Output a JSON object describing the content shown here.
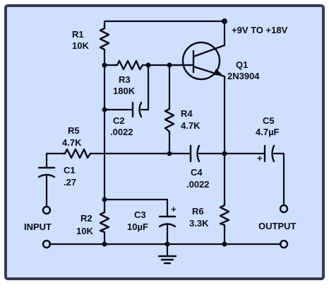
{
  "background": "#cfe0ff",
  "border_color": "#3a3a55",
  "ink": "#0a0a1a",
  "components": {
    "r1": {
      "ref": "R1",
      "value": "10K"
    },
    "r2": {
      "ref": "R2",
      "value": "10K"
    },
    "r3": {
      "ref": "R3",
      "value": "180K"
    },
    "r4": {
      "ref": "R4",
      "value": "4.7K"
    },
    "r5": {
      "ref": "R5",
      "value": "4.7K"
    },
    "r6": {
      "ref": "R6",
      "value": "3.3K"
    },
    "c1": {
      "ref": "C1",
      "value": ".27"
    },
    "c2": {
      "ref": "C2",
      "value": ".0022"
    },
    "c3": {
      "ref": "C3",
      "value": "10µF"
    },
    "c4": {
      "ref": "C4",
      "value": ".0022"
    },
    "c5": {
      "ref": "C5",
      "value": "4.7µF"
    },
    "q1": {
      "ref": "Q1",
      "value": "2N3904"
    }
  },
  "labels": {
    "supply": "+9V TO +18V",
    "input": "INPUT",
    "output": "OUTPUT",
    "plus_c3": "+",
    "plus_c5": "+"
  }
}
